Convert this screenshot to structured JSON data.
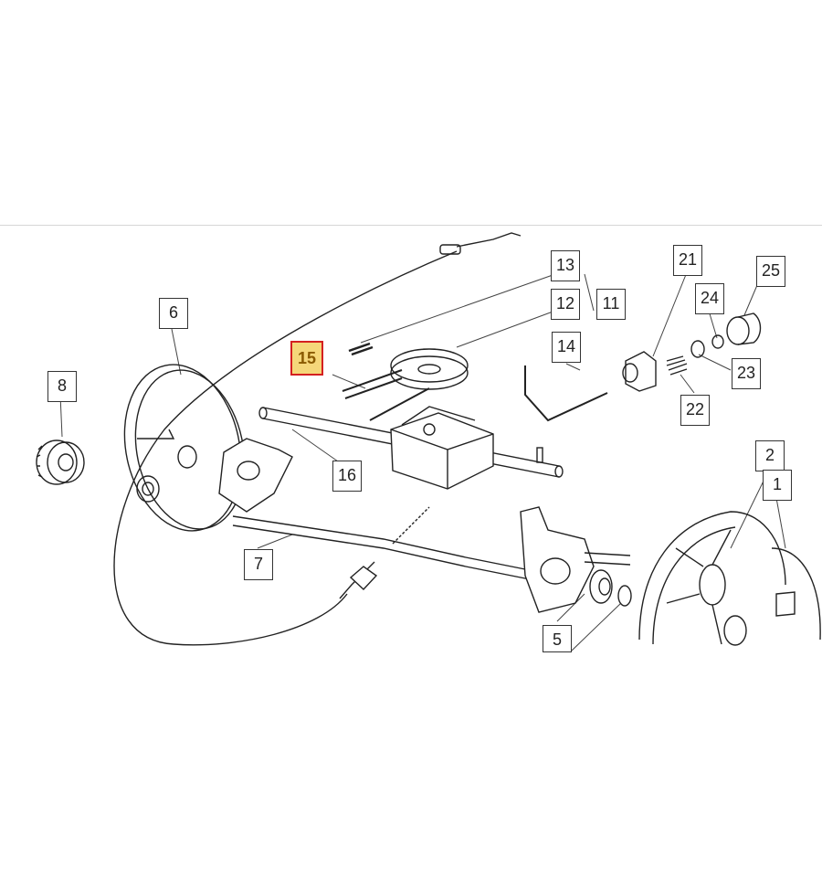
{
  "callouts": {
    "c1": "1",
    "c2": "2",
    "c5": "5",
    "c6": "6",
    "c7": "7",
    "c8": "8",
    "c11": "11",
    "c12": "12",
    "c13": "13",
    "c14": "14",
    "c15": "15",
    "c16": "16",
    "c21": "21",
    "c22": "22",
    "c23": "23",
    "c24": "24",
    "c25": "25"
  },
  "highlight_color": "#f5d77a",
  "highlight_border": "#d42020"
}
